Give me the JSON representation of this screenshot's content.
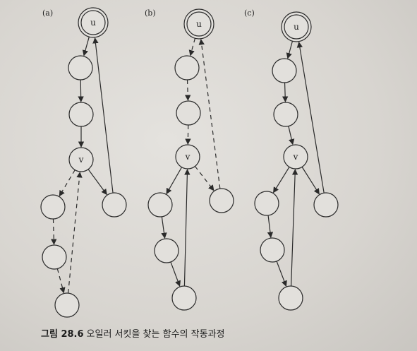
{
  "figure": {
    "number": "그림 28.6",
    "caption": "오일러 서킷을 찾는 함수의 작동과정"
  },
  "colors": {
    "ink": "#2a2a2a",
    "paper": "#e2e0dc"
  },
  "panels": [
    {
      "label": "(a)",
      "nodes": [
        {
          "id": "u",
          "label": "u",
          "double": true
        },
        {
          "id": "n1",
          "label": ""
        },
        {
          "id": "n2",
          "label": ""
        },
        {
          "id": "v",
          "label": "v"
        },
        {
          "id": "n4",
          "label": ""
        },
        {
          "id": "n5",
          "label": ""
        },
        {
          "id": "n6",
          "label": ""
        },
        {
          "id": "n7",
          "label": ""
        }
      ],
      "edges": [
        {
          "from": "u",
          "to": "n1",
          "style": "solid"
        },
        {
          "from": "n1",
          "to": "n2",
          "style": "solid"
        },
        {
          "from": "n2",
          "to": "v",
          "style": "solid"
        },
        {
          "from": "v",
          "to": "n7",
          "style": "solid"
        },
        {
          "from": "n7",
          "to": "u",
          "style": "solid"
        },
        {
          "from": "v",
          "to": "n4",
          "style": "dashed"
        },
        {
          "from": "n4",
          "to": "n5",
          "style": "dashed"
        },
        {
          "from": "n5",
          "to": "n6",
          "style": "dashed"
        },
        {
          "from": "n6",
          "to": "v",
          "style": "dashed"
        }
      ]
    },
    {
      "label": "(b)",
      "nodes": [
        {
          "id": "u",
          "label": "u",
          "double": true
        },
        {
          "id": "n1",
          "label": ""
        },
        {
          "id": "n2",
          "label": ""
        },
        {
          "id": "v",
          "label": "v"
        },
        {
          "id": "n4",
          "label": ""
        },
        {
          "id": "n5",
          "label": ""
        },
        {
          "id": "n6",
          "label": ""
        },
        {
          "id": "n7",
          "label": ""
        }
      ],
      "edges": [
        {
          "from": "u",
          "to": "n1",
          "style": "dashed"
        },
        {
          "from": "n1",
          "to": "n2",
          "style": "dashed"
        },
        {
          "from": "n2",
          "to": "v",
          "style": "dashed"
        },
        {
          "from": "v",
          "to": "n7",
          "style": "dashed"
        },
        {
          "from": "n7",
          "to": "u",
          "style": "dashed"
        },
        {
          "from": "v",
          "to": "n4",
          "style": "solid"
        },
        {
          "from": "n4",
          "to": "n5",
          "style": "solid"
        },
        {
          "from": "n5",
          "to": "n6",
          "style": "solid"
        },
        {
          "from": "n6",
          "to": "v",
          "style": "solid"
        }
      ]
    },
    {
      "label": "(c)",
      "nodes": [
        {
          "id": "u",
          "label": "u",
          "double": true
        },
        {
          "id": "n1",
          "label": ""
        },
        {
          "id": "n2",
          "label": ""
        },
        {
          "id": "v",
          "label": "v"
        },
        {
          "id": "n4",
          "label": ""
        },
        {
          "id": "n5",
          "label": ""
        },
        {
          "id": "n6",
          "label": ""
        },
        {
          "id": "n7",
          "label": ""
        }
      ],
      "edges": [
        {
          "from": "u",
          "to": "n1",
          "style": "solid"
        },
        {
          "from": "n1",
          "to": "n2",
          "style": "solid"
        },
        {
          "from": "n2",
          "to": "v",
          "style": "solid"
        },
        {
          "from": "v",
          "to": "n4",
          "style": "solid"
        },
        {
          "from": "n4",
          "to": "n5",
          "style": "solid"
        },
        {
          "from": "n5",
          "to": "n6",
          "style": "solid"
        },
        {
          "from": "n6",
          "to": "v",
          "style": "solid"
        },
        {
          "from": "v",
          "to": "n7",
          "style": "solid"
        },
        {
          "from": "n7",
          "to": "u",
          "style": "solid"
        }
      ]
    }
  ]
}
